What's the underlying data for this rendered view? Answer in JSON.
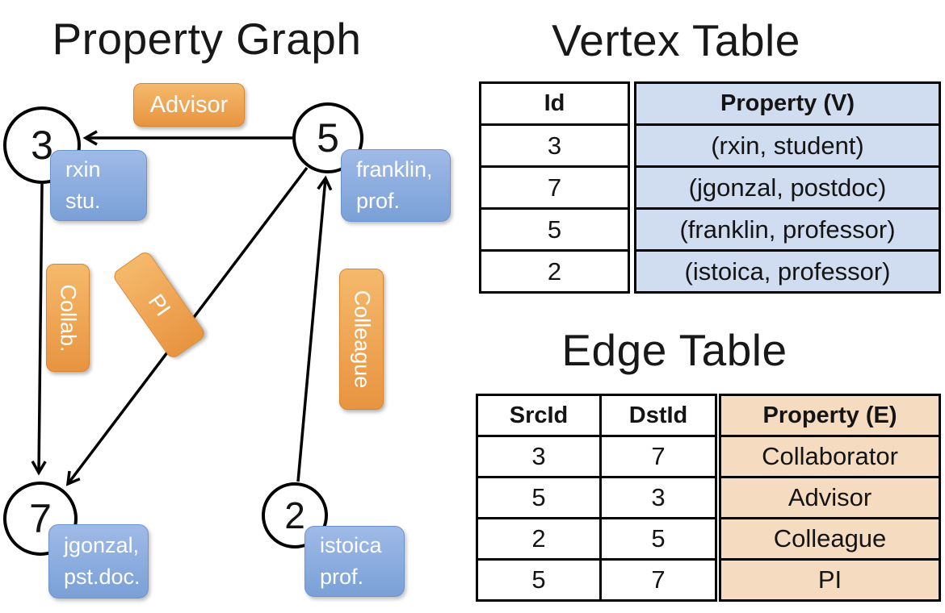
{
  "colors": {
    "orange_top": "#f5b96c",
    "orange_bottom": "#e89440",
    "orange_border": "#d8862e",
    "blue_top": "#9fbae7",
    "blue_bottom": "#7aa0d7",
    "blue_border": "#6b93cc",
    "vertex_cell": "#d0dcf0",
    "edge_cell": "#f5dcc1",
    "ink": "#000000"
  },
  "graph": {
    "title": "Property Graph",
    "nodes": [
      {
        "id": "3",
        "label": [
          "rxin",
          "stu."
        ]
      },
      {
        "id": "5",
        "label": [
          "franklin,",
          "prof."
        ]
      },
      {
        "id": "7",
        "label": [
          "jgonzal,",
          "pst.doc."
        ]
      },
      {
        "id": "2",
        "label": [
          "istoica",
          "prof."
        ]
      }
    ],
    "edges": [
      {
        "label": "Advisor"
      },
      {
        "label": "Collab."
      },
      {
        "label": "PI"
      },
      {
        "label": "Colleague"
      }
    ]
  },
  "vertex_table": {
    "title": "Vertex Table",
    "headers": {
      "id": "Id",
      "property": "Property (V)"
    },
    "rows": [
      {
        "id": "3",
        "property": "(rxin, student)"
      },
      {
        "id": "7",
        "property": "(jgonzal, postdoc)"
      },
      {
        "id": "5",
        "property": "(franklin, professor)"
      },
      {
        "id": "2",
        "property": "(istoica, professor)"
      }
    ]
  },
  "edge_table": {
    "title": "Edge Table",
    "headers": {
      "src": "SrcId",
      "dst": "DstId",
      "property": "Property (E)"
    },
    "rows": [
      {
        "src": "3",
        "dst": "7",
        "property": "Collaborator"
      },
      {
        "src": "5",
        "dst": "3",
        "property": "Advisor"
      },
      {
        "src": "2",
        "dst": "5",
        "property": "Colleague"
      },
      {
        "src": "5",
        "dst": "7",
        "property": "PI"
      }
    ]
  }
}
